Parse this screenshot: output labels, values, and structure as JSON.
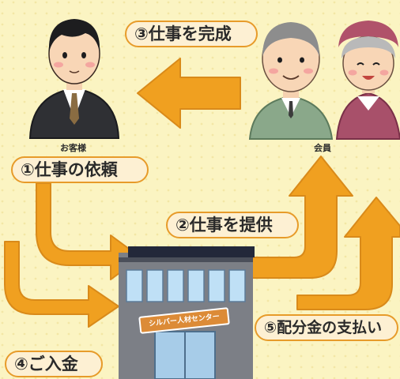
{
  "steps": {
    "step1": "①仕事の依頼",
    "step2": "②仕事を提供",
    "step3": "③仕事を完成",
    "step4": "④ご入金",
    "step5": "⑤配分金の支払い"
  },
  "labels": {
    "customer": "お客様",
    "member": "会員",
    "center_sign": "シルバー人材センター"
  },
  "colors": {
    "background": "#fbf4c2",
    "arrow": "#f0a020",
    "pill_border": "#e79b2a",
    "pill_fill": "#fdf0d3"
  }
}
